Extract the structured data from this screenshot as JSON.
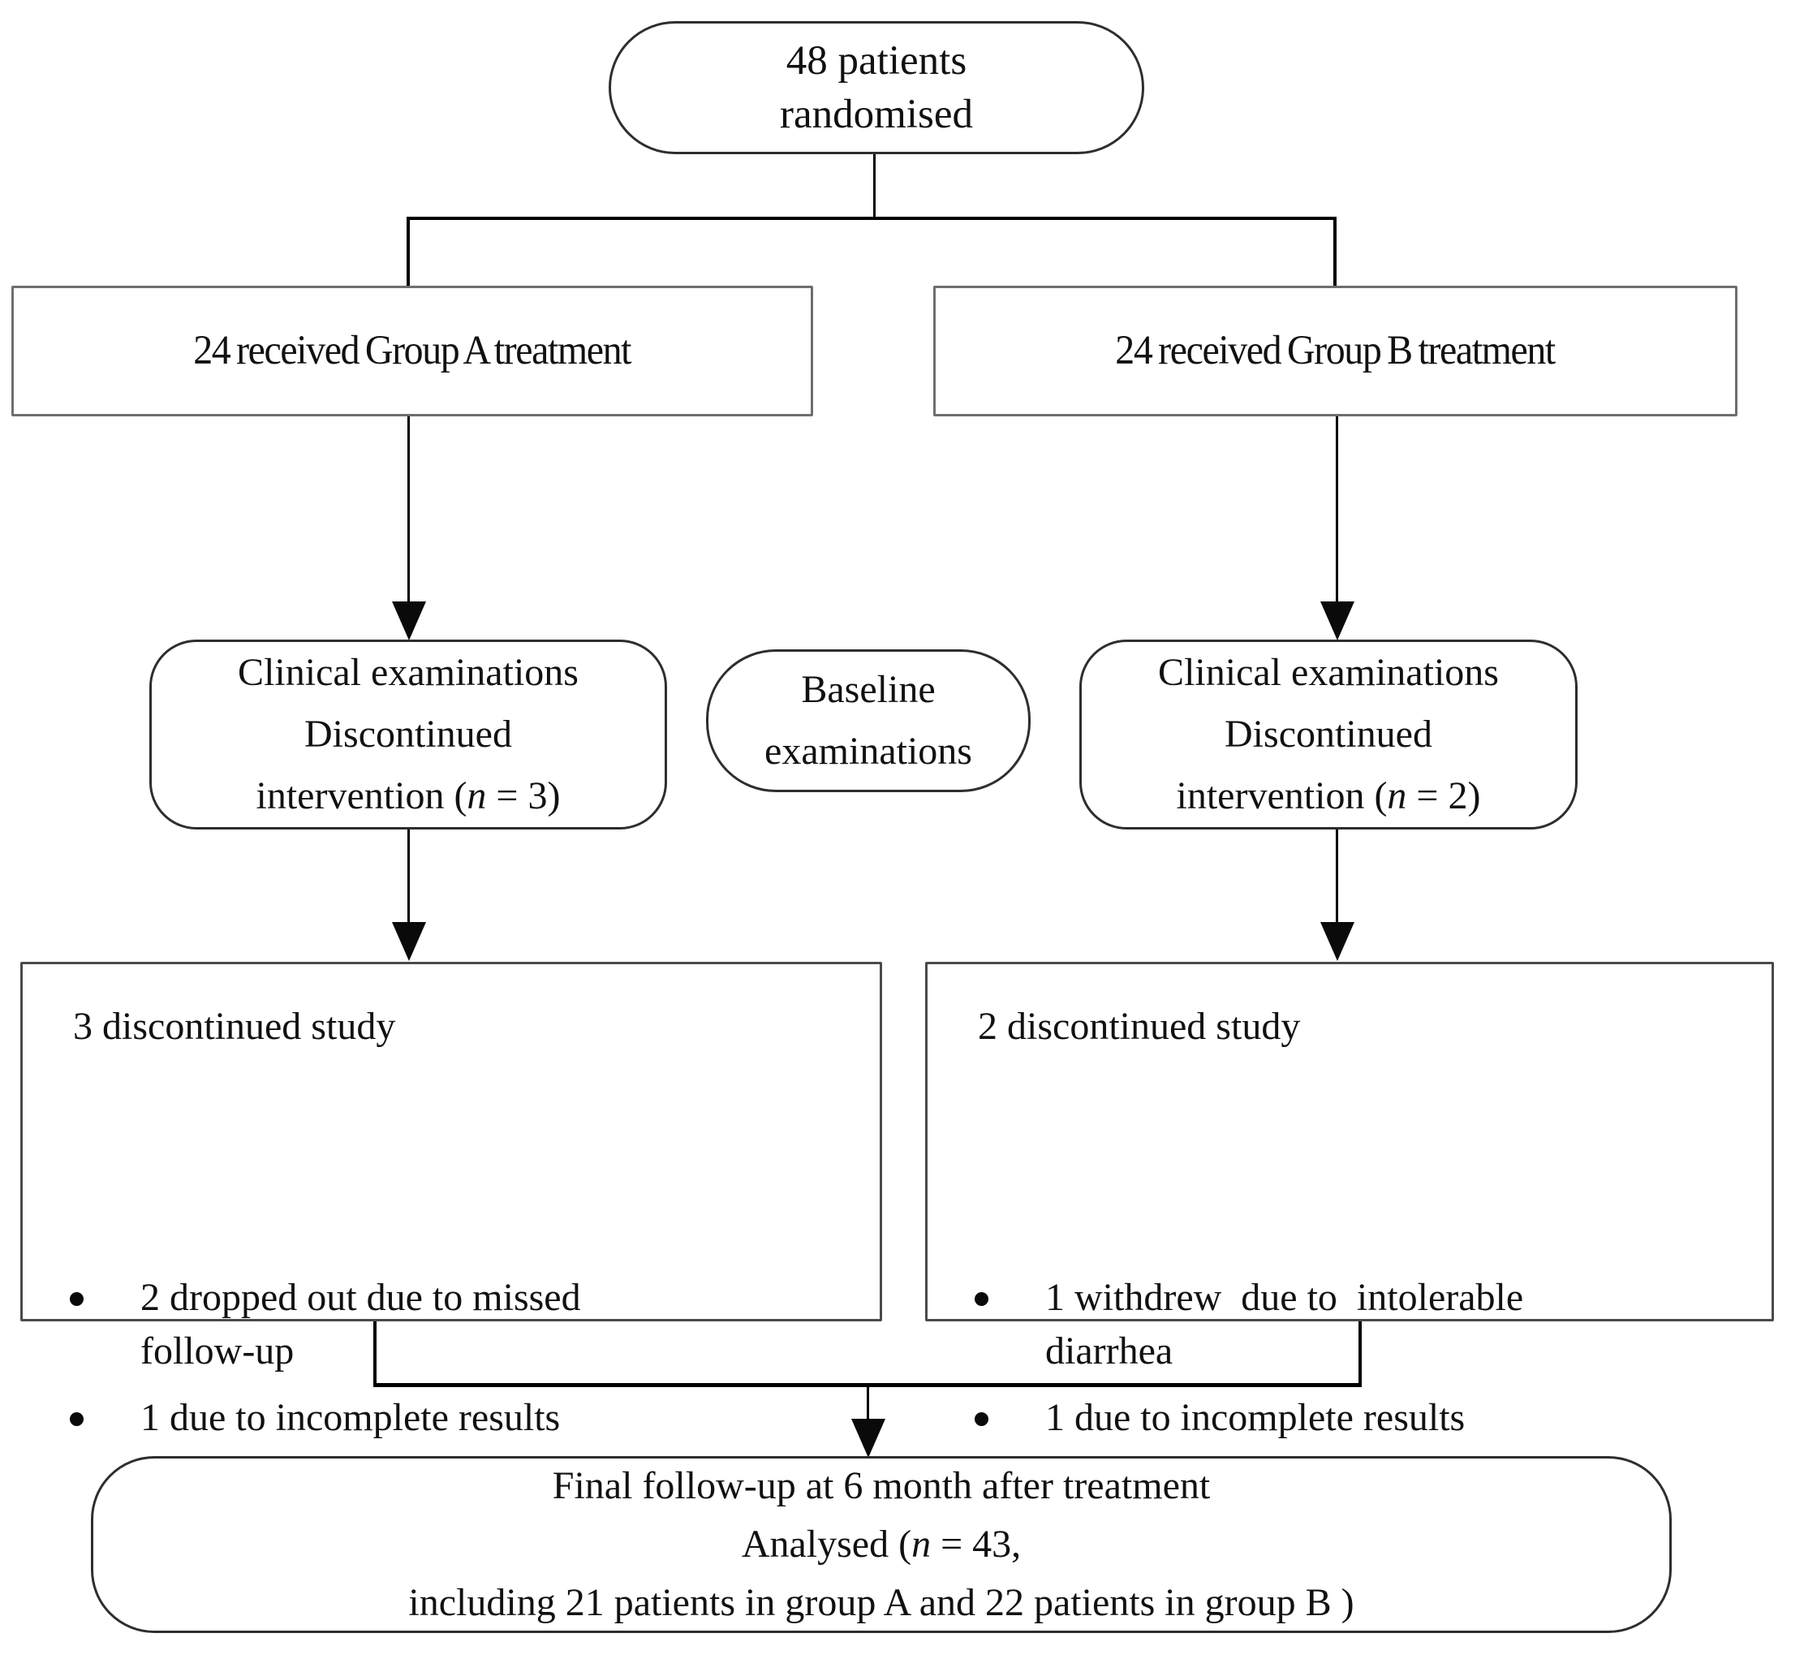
{
  "diagram": {
    "title": "CONSORT patient flow diagram",
    "randomised": {
      "line1": "48 patients",
      "line2": "randomised"
    },
    "group_a": {
      "label": "24 received Group A treatment"
    },
    "group_b": {
      "label": "24 received Group B treatment"
    },
    "clinical_a": {
      "line1": "Clinical examinations",
      "line2": "Discontinued",
      "line3_pre": "intervention (",
      "line3_var": "n",
      "line3_post": " = 3)"
    },
    "baseline": {
      "line1": "Baseline",
      "line2": "examinations"
    },
    "clinical_b": {
      "line1": "Clinical examinations",
      "line2": "Discontinued",
      "line3_pre": "intervention (",
      "line3_var": "n",
      "line3_post": " = 2)"
    },
    "discontinued_a": {
      "heading": "3 discontinued study",
      "bullets": [
        "2 dropped out due to missed\nfollow-up",
        "1 due to incomplete results"
      ]
    },
    "discontinued_b": {
      "heading": "2 discontinued study",
      "bullets": [
        "1 withdrew  due to  intolerable\ndiarrhea",
        "1 due to incomplete results"
      ]
    },
    "final": {
      "line1": "Final follow-up at 6 month after treatment",
      "line2_pre": "Analysed (",
      "line2_var": "n",
      "line2_post": " = 43,",
      "line3": "including 21 patients in group A and 22 patients in group B )"
    }
  },
  "icons": {
    "arrowhead": "filled-down-triangle",
    "bullet": "filled-circle"
  },
  "colors": {
    "background": "#ffffff",
    "text": "#111111",
    "line": "#000000",
    "stadium_border": "#2e2e2e",
    "rect_border": "#6e6e6e",
    "disc_border": "#4a4a4a"
  }
}
